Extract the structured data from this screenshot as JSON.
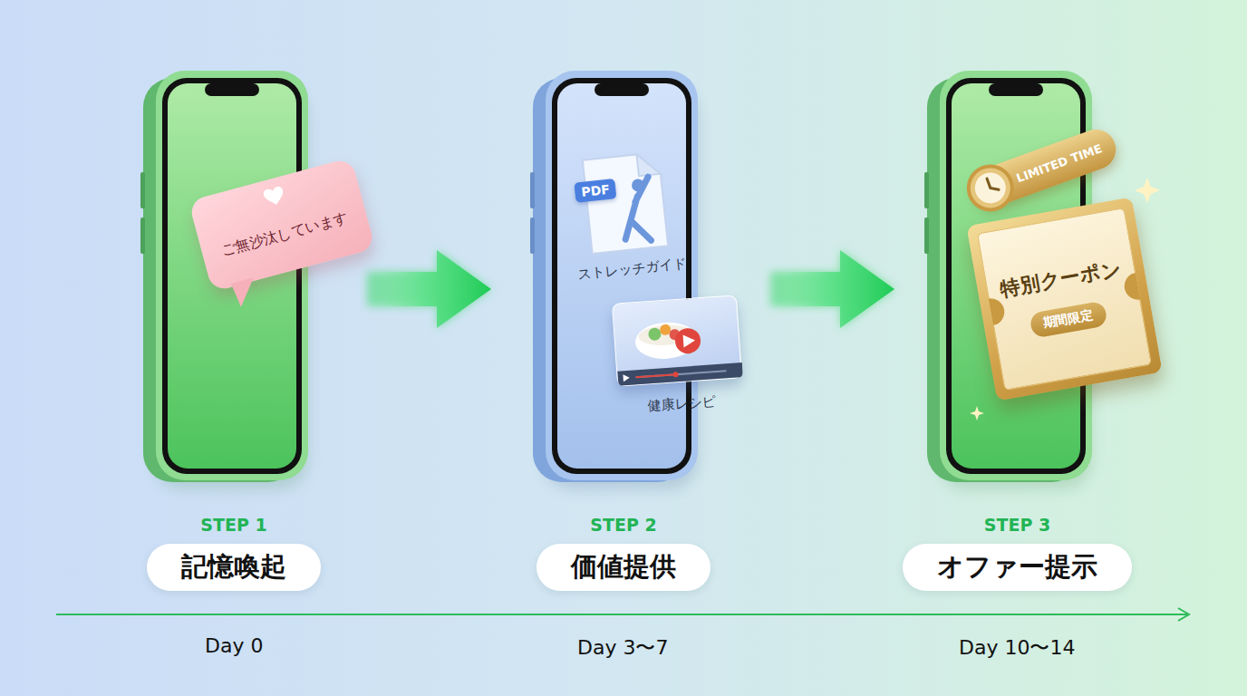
{
  "diagram": {
    "nodes": [
      {
        "text": [
          "ご無沙汰しています"
        ]
      },
      {
        "text": [
          "PDF",
          "ストレッチガイド"
        ]
      },
      {
        "text": [
          "健康レシピ"
        ]
      },
      {
        "text": [
          "LIMITED TIME"
        ]
      },
      {
        "text": [
          "特別クーポン",
          "期間限定"
        ]
      },
      {
        "text": [
          "STEP 1",
          "記憶喚起"
        ]
      },
      {
        "text": [
          "STEP 2",
          "価値提供"
        ]
      },
      {
        "text": [
          "STEP 3",
          "オファー提示"
        ]
      }
    ],
    "labels": [
      "Day 0",
      "Day 3〜7",
      "Day 10〜14"
    ]
  }
}
